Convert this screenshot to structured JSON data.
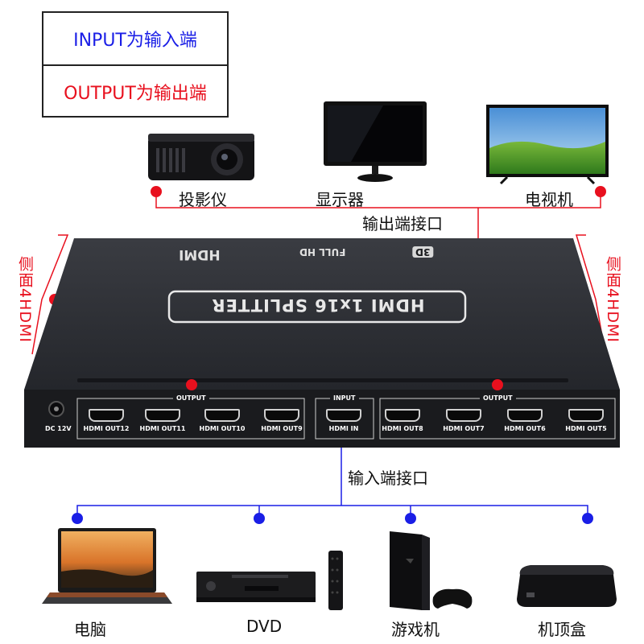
{
  "legend": {
    "input_text": "INPUT为输入端",
    "output_text": "OUTPUT为输出端",
    "input_color": "#1a1ee6",
    "output_color": "#e8101e"
  },
  "output_devices": [
    {
      "label": "投影仪",
      "icon": "projector-icon"
    },
    {
      "label": "显示器",
      "icon": "monitor-icon"
    },
    {
      "label": "电视机",
      "icon": "tv-icon"
    }
  ],
  "output_port_label": "输出端接口",
  "side_label": "侧面4HDMI",
  "device": {
    "top_title": "HDMI 1x16 SPLITTER",
    "top_logo": "HDMI",
    "top_badge": "FULL HD",
    "top_badge2": "3D",
    "power_label": "DC 12V",
    "output_group_title": "OUTPUT",
    "input_group_title": "INPUT",
    "left_ports": [
      "HDMI OUT12",
      "HDMI OUT11",
      "HDMI OUT10",
      "HDMI OUT9"
    ],
    "input_port": "HDMI IN",
    "right_ports": [
      "HDMI OUT8",
      "HDMI OUT7",
      "HDMI OUT6",
      "HDMI OUT5"
    ]
  },
  "input_port_label": "输入端接口",
  "input_devices": [
    {
      "label": "电脑",
      "icon": "laptop-icon"
    },
    {
      "label": "DVD",
      "icon": "dvd-player-icon"
    },
    {
      "label": "游戏机",
      "icon": "game-console-icon"
    },
    {
      "label": "机顶盒",
      "icon": "set-top-box-icon"
    }
  ]
}
